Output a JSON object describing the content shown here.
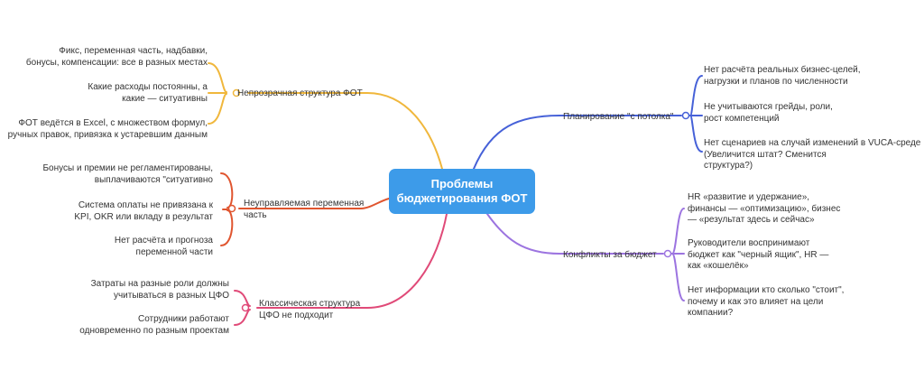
{
  "center": {
    "line1": "Проблемы",
    "line2": "бюджетирования ФОТ"
  },
  "colors": {
    "orange": "#f0b73c",
    "red": "#e0552f",
    "pink": "#e04a78",
    "blue": "#4661d8",
    "purple": "#9c74e0",
    "center": "#3d9be9"
  },
  "branches": {
    "opaque": {
      "label": "Непрозрачная структура ФОТ",
      "items": [
        [
          "Фикс, переменная часть, надбавки,",
          "бонусы, компенсации: все в разных местах"
        ],
        [
          "Какие расходы постоянны, а",
          "какие — ситуативны"
        ],
        [
          "ФОТ ведётся в Excel, с множеством формул,",
          "ручных правок, привязка к устаревшим данным"
        ]
      ]
    },
    "variable": {
      "label": [
        "Неуправляемая переменная",
        "часть"
      ],
      "items": [
        [
          "Бонусы и премии не регламентированы,",
          "выплачиваются \"ситуативно"
        ],
        [
          "Система оплаты не привязана к",
          "KPI, OKR или вкладу в результат"
        ],
        [
          "Нет расчёта и прогноза",
          "переменной части"
        ]
      ]
    },
    "cfo": {
      "label": [
        "Классическая структура",
        "ЦФО не подходит"
      ],
      "items": [
        [
          "Затраты на разные роли должны",
          "учитываться в разных ЦФО"
        ],
        [
          "Сотрудники работают",
          "одновременно по разным проектам"
        ]
      ]
    },
    "planning": {
      "label": "Планирование \"с потолка\"",
      "items": [
        [
          "Нет расчёта реальных бизнес-целей,",
          "нагрузки и планов по численности"
        ],
        [
          "Не учитываются грейды, роли,",
          "рост компетенций"
        ],
        [
          "Нет сценариев на случай изменений в VUCA-среде",
          "(Увеличится штат? Сменится",
          "структура?)"
        ]
      ]
    },
    "conflicts": {
      "label": "Конфликты за бюджет",
      "items": [
        [
          "HR «развитие и удержание»,",
          "финансы — «оптимизацию», бизнес",
          "— «результат здесь и сейчас»"
        ],
        [
          "Руководители воспринимают",
          "бюджет как \"черный ящик\", HR —",
          "как «кошелёк»"
        ],
        [
          "Нет информации кто сколько \"стоит\",",
          "почему и как это влияет на цели",
          "компании?"
        ]
      ]
    }
  }
}
